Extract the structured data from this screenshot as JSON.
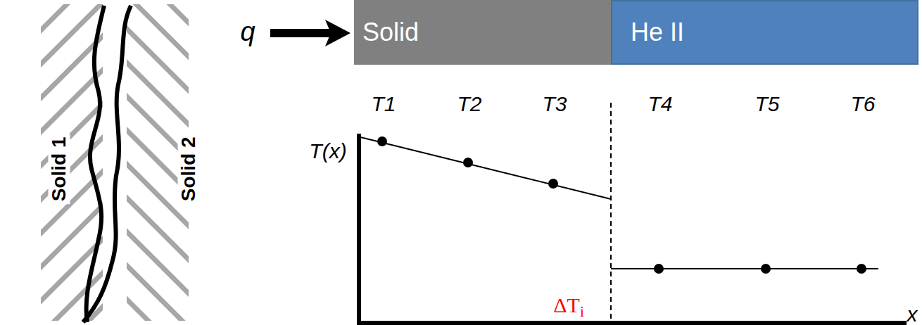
{
  "diagram": {
    "nodes": [
      {
        "text": [
          "Solid"
        ]
      },
      {
        "text": [
          "He II"
        ]
      }
    ],
    "labels": [
      "Solid 1",
      "Solid 2",
      "q",
      "T1",
      "T2",
      "T3",
      "T4",
      "T5",
      "T6",
      "T(x)",
      "ΔTi",
      "x"
    ]
  }
}
